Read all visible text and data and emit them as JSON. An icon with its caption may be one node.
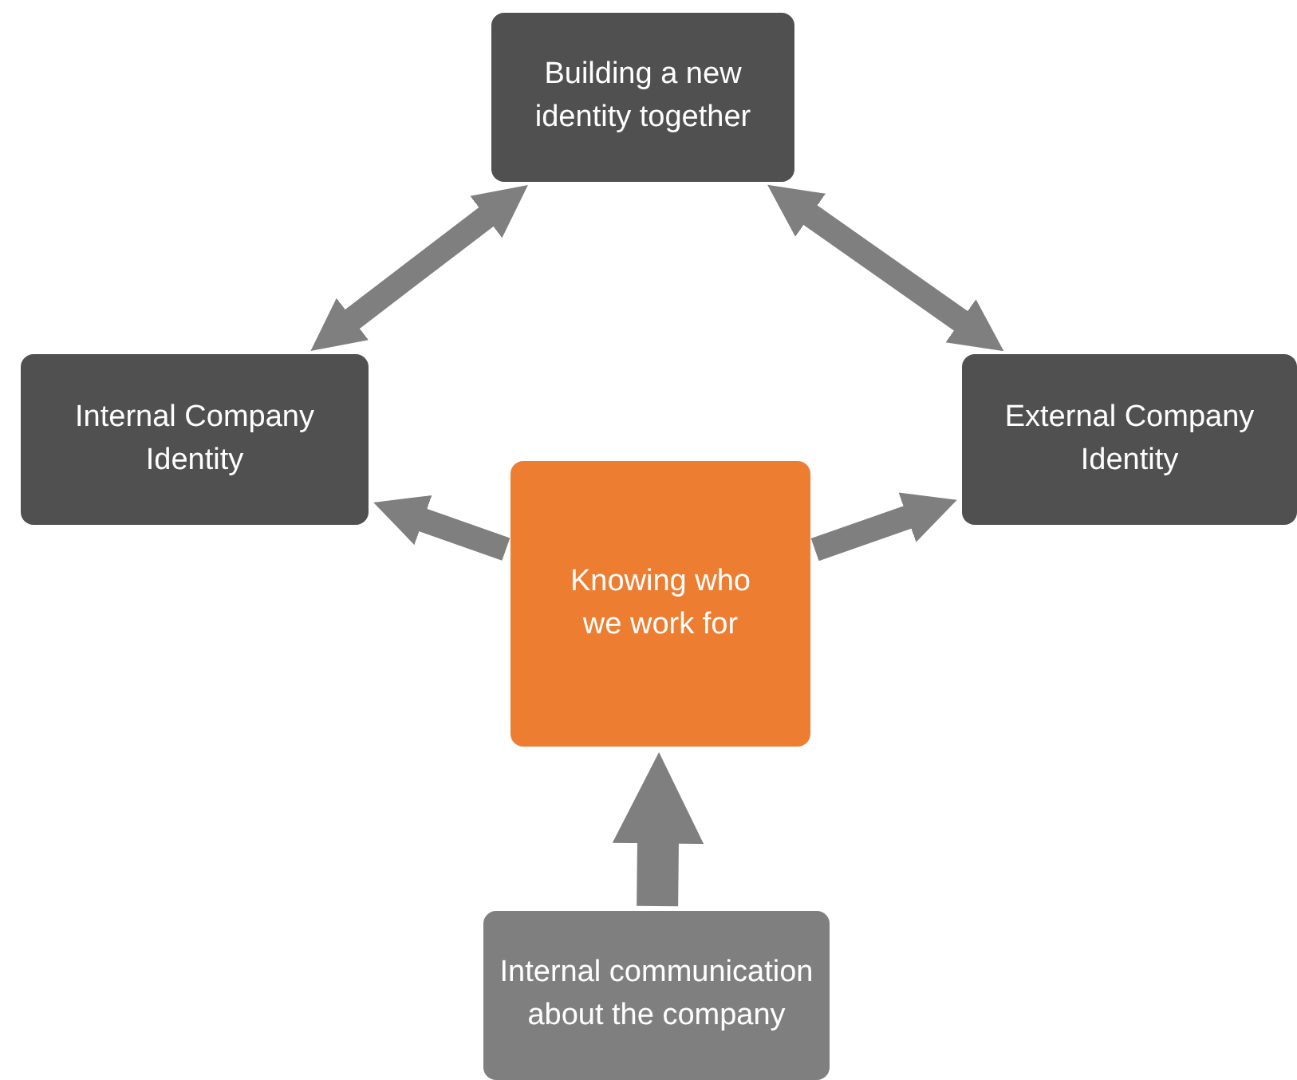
{
  "diagram": {
    "nodes": [
      {
        "text": [
          "Building a new identity together"
        ]
      },
      {
        "text": [
          "Internal Company Identity"
        ]
      },
      {
        "text": [
          "Knowing who we work for"
        ]
      },
      {
        "text": [
          "External Company Identity"
        ]
      },
      {
        "text": [
          "Internal communication about the company"
        ]
      }
    ],
    "edges": [
      {
        "from": 0,
        "to": 1,
        "arrow": "both"
      },
      {
        "from": 0,
        "to": 3,
        "arrow": "both"
      },
      {
        "from": 2,
        "to": 1,
        "arrow": "to"
      },
      {
        "from": 2,
        "to": 3,
        "arrow": "to"
      },
      {
        "from": 4,
        "to": 2,
        "arrow": "to"
      }
    ]
  }
}
